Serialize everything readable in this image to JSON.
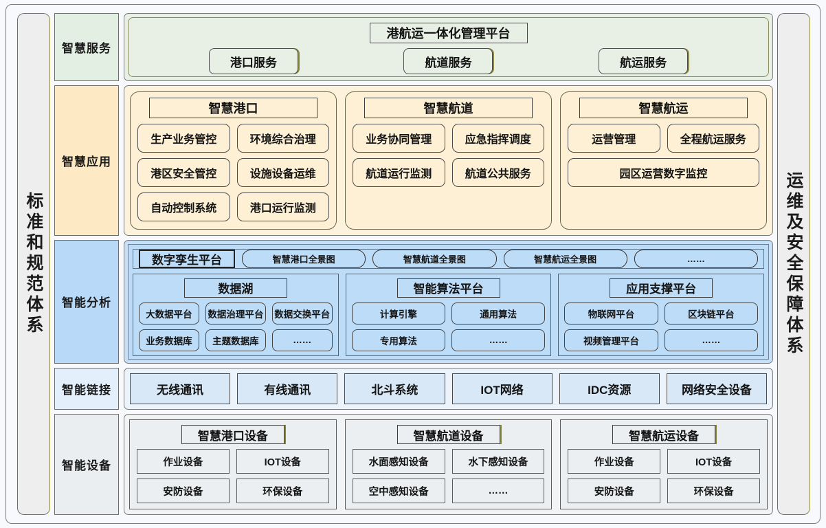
{
  "pillars": {
    "left": "标准和规范体系",
    "right": "运维及安全保障体系"
  },
  "layers": [
    {
      "label": "智慧服务",
      "title": "港航运一体化管理平台",
      "items": [
        "港口服务",
        "航道服务",
        "航运服务"
      ]
    },
    {
      "label": "智慧应用",
      "groups": [
        {
          "title": "智慧港口",
          "rows": [
            [
              "生产业务管控",
              "环境综合治理"
            ],
            [
              "港区安全管控",
              "设施设备运维"
            ],
            [
              "自动控制系统",
              "港口运行监测"
            ]
          ]
        },
        {
          "title": "智慧航道",
          "rows": [
            [
              "业务协同管理",
              "应急指挥调度"
            ],
            [
              "航道运行监测",
              "航道公共服务"
            ]
          ]
        },
        {
          "title": "智慧航运",
          "rows": [
            [
              "运营管理",
              "全程航运服务"
            ],
            [
              "园区运营数字监控"
            ]
          ]
        }
      ]
    },
    {
      "label": "智能分析",
      "twin_platform": "数字孪生平台",
      "panoramas": [
        "智慧港口全景图",
        "智慧航道全景图",
        "智慧航运全景图",
        "……"
      ],
      "groups": [
        {
          "title": "数据湖",
          "rows": [
            [
              "大数据平台",
              "数据治理平台",
              "数据交换平台"
            ],
            [
              "业务数据库",
              "主题数据库",
              "……"
            ]
          ]
        },
        {
          "title": "智能算法平台",
          "rows": [
            [
              "计算引擎",
              "通用算法"
            ],
            [
              "专用算法",
              "……"
            ]
          ]
        },
        {
          "title": "应用支撑平台",
          "rows": [
            [
              "物联网平台",
              "区块链平台"
            ],
            [
              "视频管理平台",
              "……"
            ]
          ]
        }
      ]
    },
    {
      "label": "智能链接",
      "items": [
        "无线通讯",
        "有线通讯",
        "北斗系统",
        "IOT网络",
        "IDC资源",
        "网络安全设备"
      ]
    },
    {
      "label": "智能设备",
      "groups": [
        {
          "title": "智慧港口设备",
          "rows": [
            [
              "作业设备",
              "IOT设备"
            ],
            [
              "安防设备",
              "环保设备"
            ]
          ]
        },
        {
          "title": "智慧航道设备",
          "rows": [
            [
              "水面感知设备",
              "水下感知设备"
            ],
            [
              "空中感知设备",
              "……"
            ]
          ]
        },
        {
          "title": "智慧航运设备",
          "rows": [
            [
              "作业设备",
              "IOT设备"
            ],
            [
              "安防设备",
              "环保设备"
            ]
          ]
        }
      ]
    }
  ],
  "colors": {
    "service": "#e8f0e6",
    "application": "#fdf0d4",
    "analysis": "#bddcf7",
    "link": "#d8e8f7",
    "device": "#eceff1",
    "border": "#5c5c5c",
    "accent": "#8a8a3a"
  }
}
